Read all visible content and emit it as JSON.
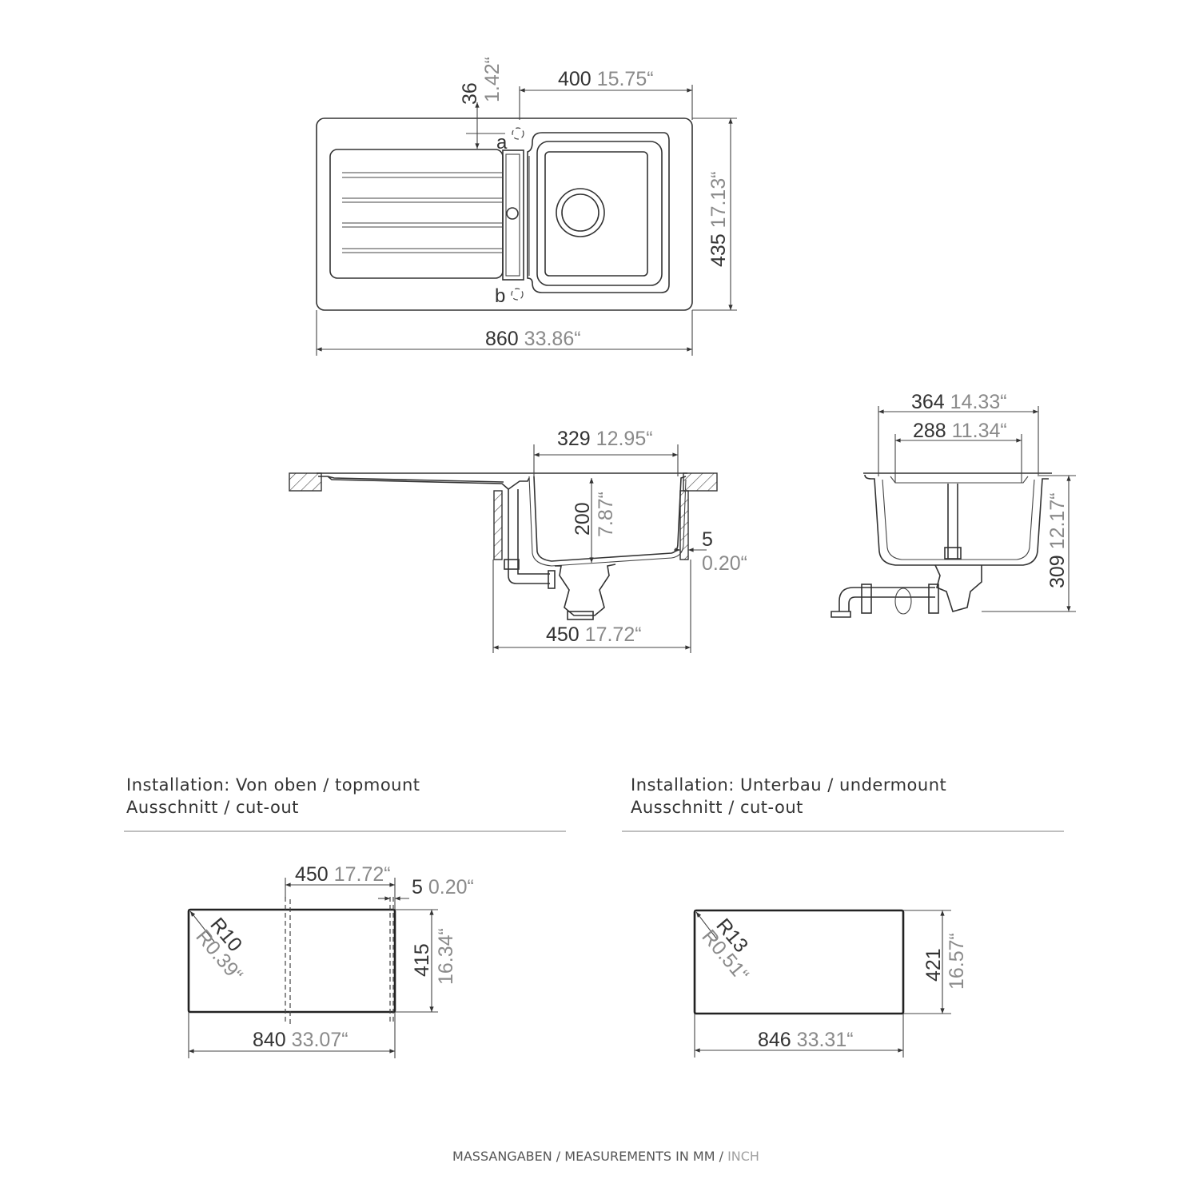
{
  "top_view": {
    "width": {
      "mm": "860",
      "inch": "33.86“"
    },
    "height": {
      "mm": "435",
      "inch": "17.13“"
    },
    "bowl_offset": {
      "mm": "400",
      "inch": "15.75“"
    },
    "edge": {
      "mm": "36",
      "inch": "1.42“"
    },
    "tap_hole_a": "a",
    "tap_hole_b": "b"
  },
  "side_view": {
    "bowl_width": {
      "mm": "329",
      "inch": "12.95“"
    },
    "bowl_depth": {
      "mm": "200",
      "inch": "7.87“"
    },
    "gap": {
      "mm": "5",
      "inch": "0.20“"
    },
    "cabinet": {
      "mm": "450",
      "inch": "17.72“"
    }
  },
  "end_view": {
    "outer_width": {
      "mm": "364",
      "inch": "14.33“"
    },
    "inner_width": {
      "mm": "288",
      "inch": "11.34“"
    },
    "total_depth": {
      "mm": "309",
      "inch": "12.17“"
    }
  },
  "topmount": {
    "title_line1": "Installation: Von oben / topmount",
    "title_line2": "Ausschnitt / cut-out",
    "cabinet": {
      "mm": "450",
      "inch": "17.72“"
    },
    "gap": {
      "mm": "5",
      "inch": "0.20“"
    },
    "height": {
      "mm": "415",
      "inch": "16.34“"
    },
    "width": {
      "mm": "840",
      "inch": "33.07“"
    },
    "radius": {
      "mm": "R10",
      "inch": "R0.39“"
    }
  },
  "undermount": {
    "title_line1": "Installation: Unterbau / undermount",
    "title_line2": "Ausschnitt / cut-out",
    "height": {
      "mm": "421",
      "inch": "16.57“"
    },
    "width": {
      "mm": "846",
      "inch": "33.31“"
    },
    "radius": {
      "mm": "R13",
      "inch": "R0.51“"
    }
  },
  "footer": {
    "units_label": "MASSANGABEN / MEASUREMENTS IN MM / ",
    "inch_label": "INCH"
  }
}
